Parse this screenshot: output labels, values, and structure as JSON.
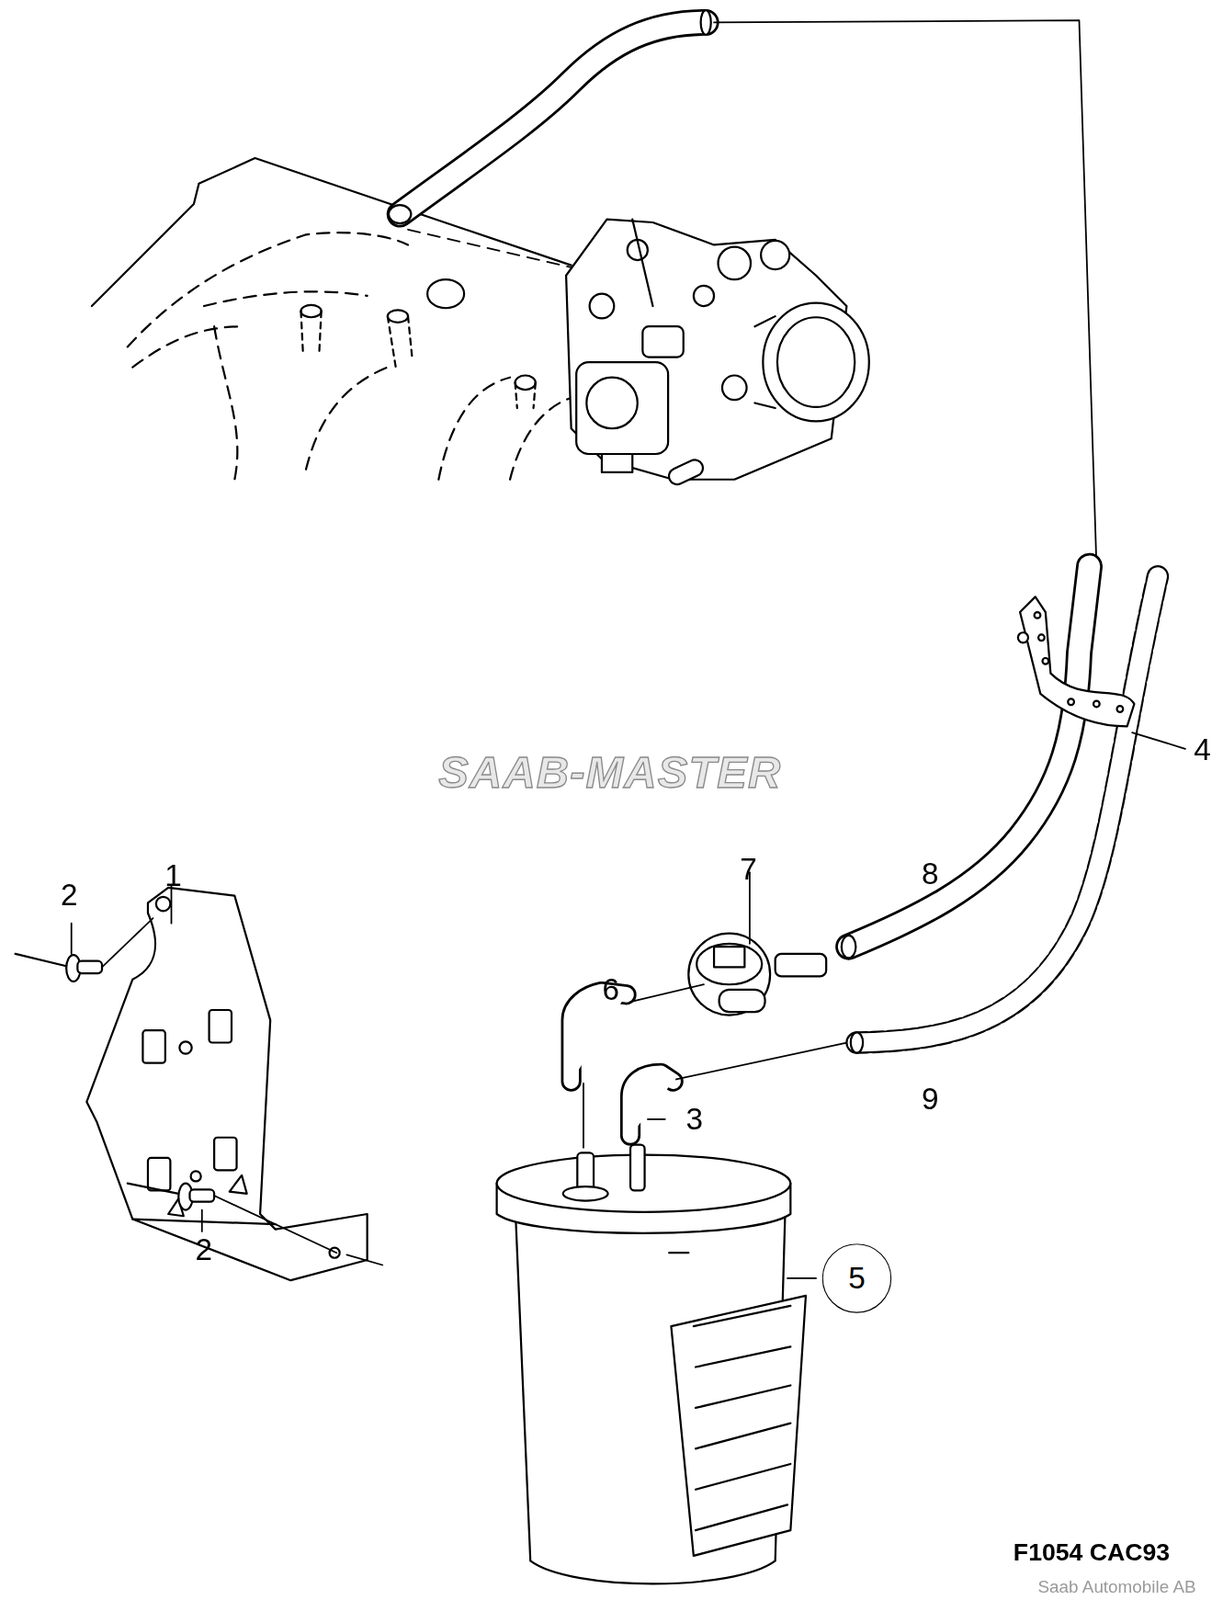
{
  "diagram": {
    "nodes": [
      {
        "text": [
          "5"
        ]
      }
    ],
    "labels": [
      "2",
      "1",
      "2",
      "3",
      "4",
      "6",
      "7",
      "8",
      "9",
      "SAAB-MASTER",
      "F1054 CAC93",
      "Saab Automobile AB"
    ]
  }
}
